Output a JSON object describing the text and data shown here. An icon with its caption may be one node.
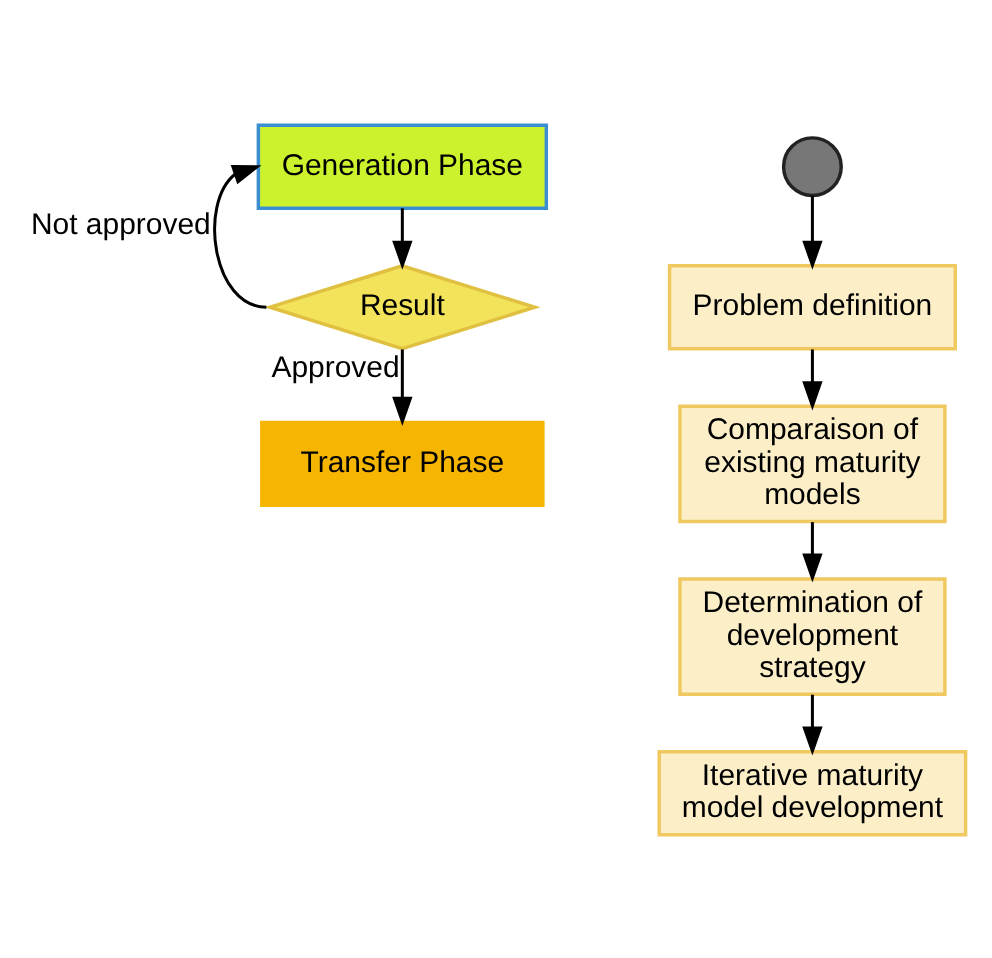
{
  "diagram": {
    "nodes": [
      {
        "text": [
          "Generation Phase"
        ]
      },
      {
        "text": [
          "Result"
        ]
      },
      {
        "text": [
          "Transfer Phase"
        ]
      },
      {
        "text": [],
        "shape": "circle"
      },
      {
        "text": [
          "Problem definition"
        ]
      },
      {
        "text": [
          "Comparaison of existing maturity models"
        ]
      },
      {
        "text": [
          "Determination of development strategy"
        ]
      },
      {
        "text": [
          "Iterative maturity model development"
        ]
      }
    ],
    "edges": [
      {
        "from": 0,
        "to": 1,
        "arrow": "to"
      },
      {
        "from": 1,
        "to": 0,
        "arrow": "to",
        "label": "Not approved"
      },
      {
        "from": 1,
        "to": 2,
        "arrow": "to",
        "label": "Approved"
      },
      {
        "from": 3,
        "to": 4,
        "arrow": "to"
      },
      {
        "from": 4,
        "to": 5,
        "arrow": "to"
      },
      {
        "from": 5,
        "to": 6,
        "arrow": "to"
      },
      {
        "from": 6,
        "to": 7,
        "arrow": "to"
      }
    ]
  }
}
